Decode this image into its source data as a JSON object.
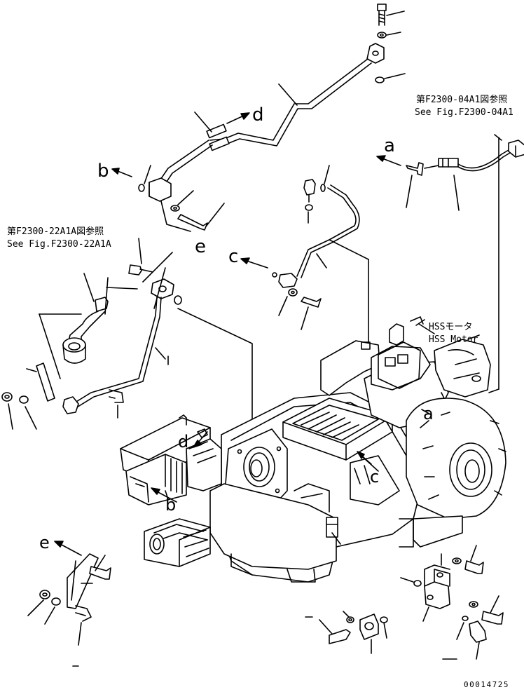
{
  "callouts": {
    "a_upper": "a",
    "a_lower": "a",
    "b_left": "b",
    "b_lower": "b",
    "c_mid": "c",
    "c_lower": "c",
    "d_upper": "d",
    "d_lower": "d",
    "e_upper": "e",
    "e_lower": "e"
  },
  "references": {
    "ref1_jp": "第F2300-04A1図参照",
    "ref1_en": "See Fig.F2300-04A1",
    "ref2_jp": "第F2300-22A1A図参照",
    "ref2_en": "See Fig.F2300-22A1A",
    "hss_jp": "HSSモータ",
    "hss_en": "HSS Motor"
  },
  "drawing_number": "00014725"
}
